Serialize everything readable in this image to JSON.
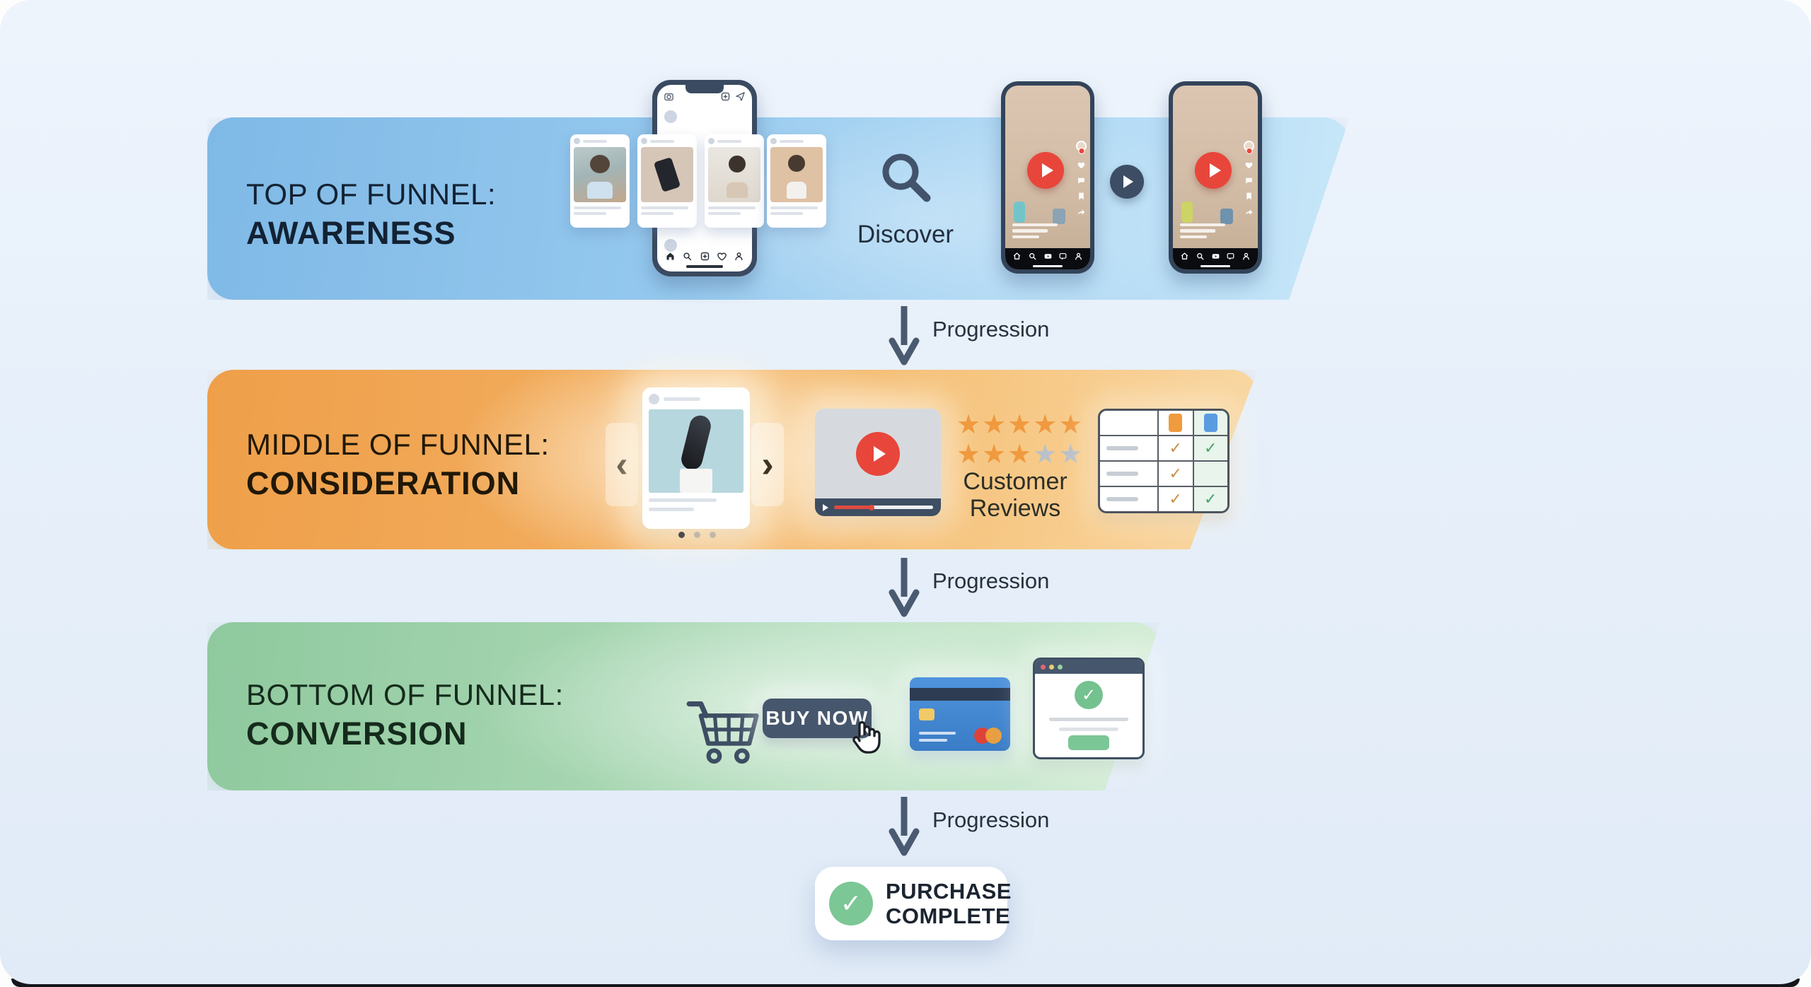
{
  "page": {
    "type": "marketing-funnel-infographic"
  },
  "palette": {
    "background": "#e7f0fa",
    "band_blue": "#8ac1ea",
    "band_orange": "#f0a14b",
    "band_green": "#98cfa6",
    "slate": "#3d4d63",
    "play_red": "#e8463b",
    "card_blue": "#4a90d9",
    "success_green": "#7cc796",
    "star_orange": "#f0993f",
    "star_gray": "#b9c0c9"
  },
  "stages": [
    {
      "id": "awareness",
      "title_prefix": "TOP OF FUNNEL:",
      "title": "AWARENESS",
      "band_gradient": [
        "#84bde8",
        "#c6e5f8"
      ],
      "discover_label": "Discover"
    },
    {
      "id": "consideration",
      "title_prefix": "MIDDLE OF FUNNEL:",
      "title": "CONSIDERATION",
      "band_gradient": [
        "#efa04a",
        "#f9d49b"
      ],
      "carousel": {
        "dot_count": 3,
        "active_dot": 1
      },
      "reviews": {
        "caption_line1": "Customer",
        "caption_line2": "Reviews",
        "stars_per_row": 5,
        "star_rows_filled": [
          5,
          3
        ],
        "filled_color": "#f0993f",
        "empty_color": "#b9c0c9"
      },
      "comparison": {
        "header_colors": [
          "#ef9b3e",
          "#5b9be0"
        ],
        "rows": [
          [
            "check",
            "check"
          ],
          [
            "check",
            "none"
          ],
          [
            "check",
            "check"
          ]
        ],
        "check_colors": [
          "#c78f4a",
          "#45a36a"
        ]
      }
    },
    {
      "id": "conversion",
      "title_prefix": "BOTTOM OF FUNNEL:",
      "title": "CONVERSION",
      "band_gradient": [
        "#95cda3",
        "#d3edd5"
      ],
      "buy_button_label": "BUY NOW"
    }
  ],
  "progression_label": "Progression",
  "result_badge": {
    "line1": "PURCHASE",
    "line2": "COMPLETE"
  },
  "glyphs": {
    "chevron_left": "‹",
    "chevron_right": "›",
    "star": "★",
    "check": "✓"
  }
}
